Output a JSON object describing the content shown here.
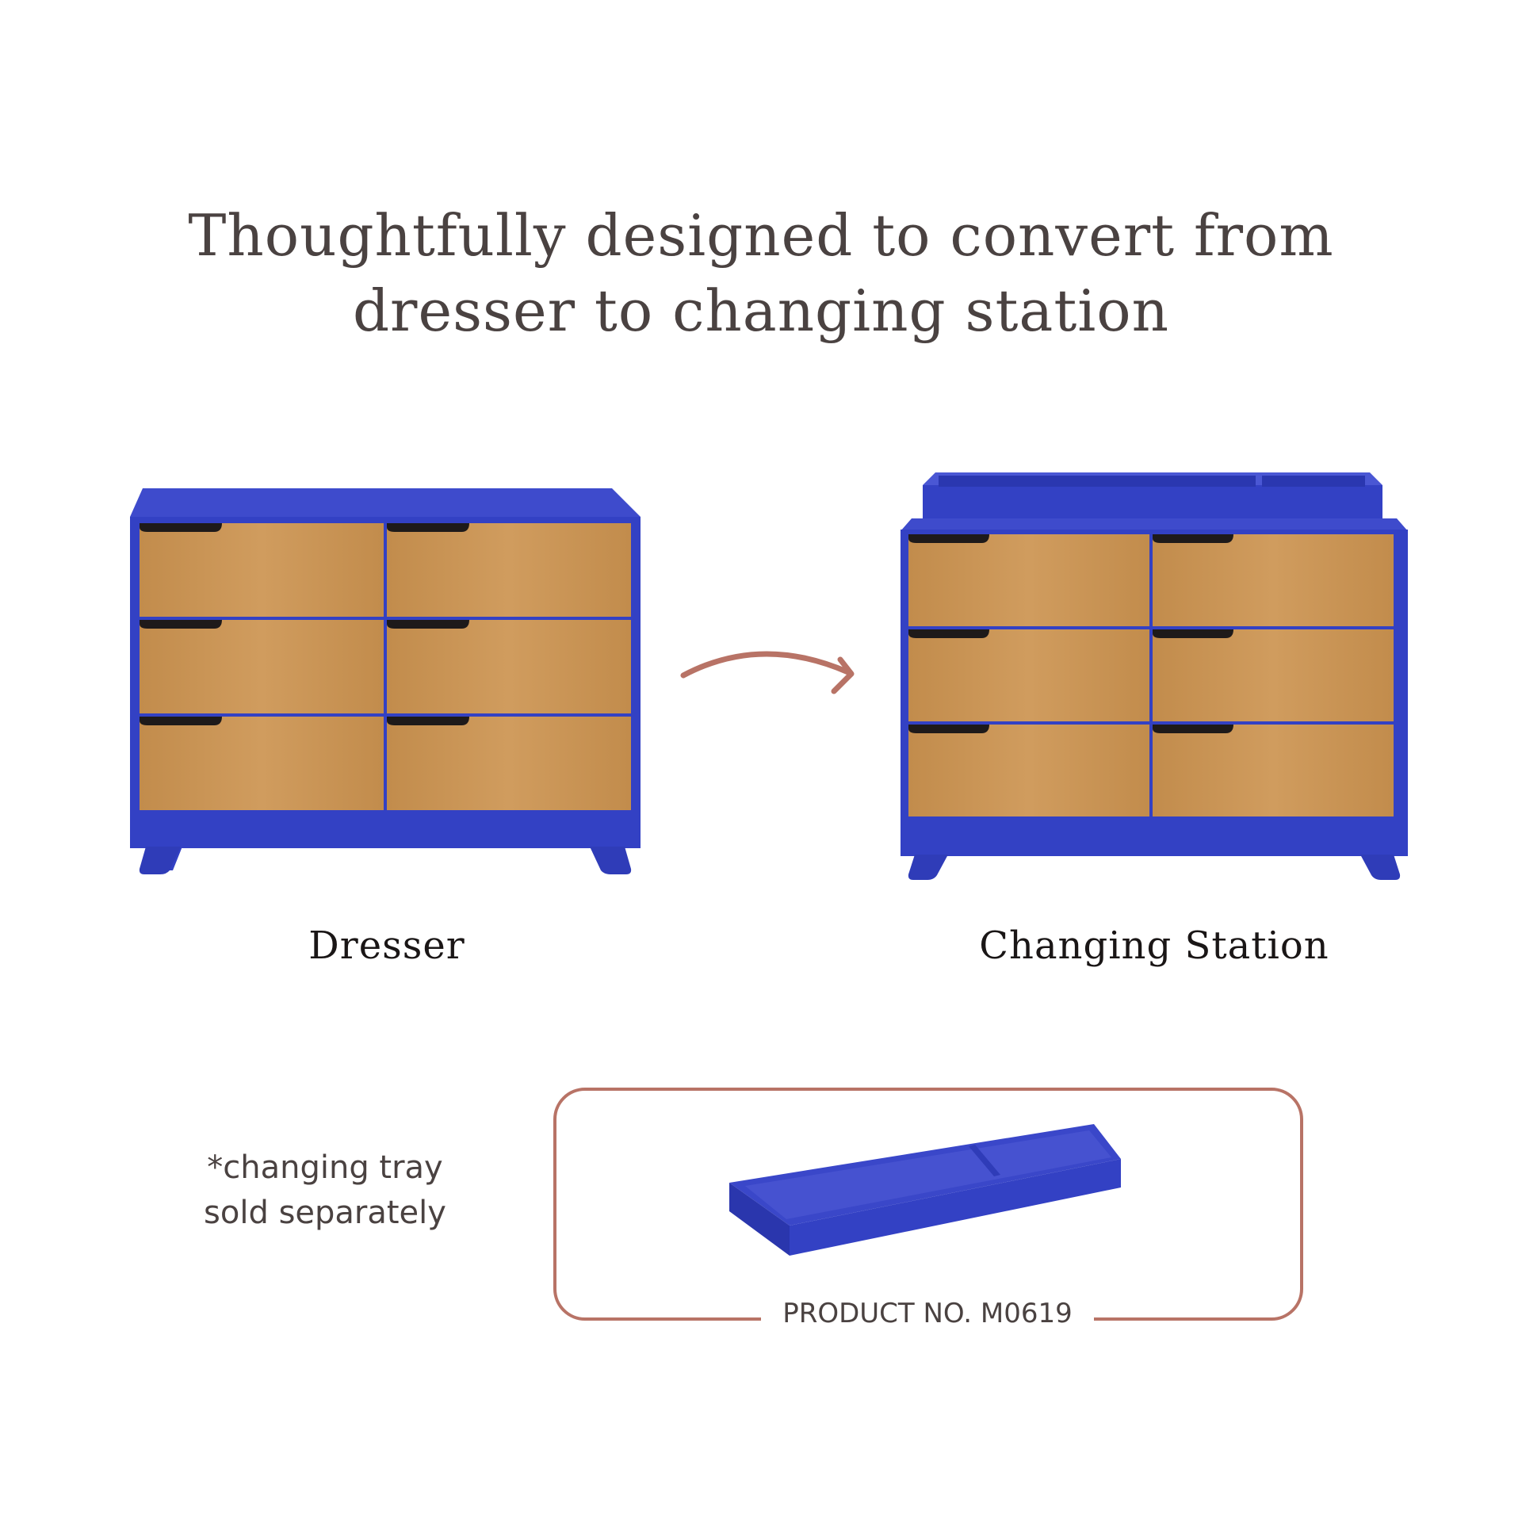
{
  "headline": {
    "line1": "Thoughtfully designed to convert from",
    "line2": "dresser to changing station"
  },
  "captions": {
    "left": "Dresser",
    "right": "Changing Station"
  },
  "note": {
    "line1": "*changing tray",
    "line2": "sold separately"
  },
  "product_number": "PRODUCT NO. M0619",
  "colors": {
    "frame_blue": "#3a47c9",
    "wood": "#c99454",
    "accent_arrow": "#b87366",
    "text": "#4a4241"
  }
}
